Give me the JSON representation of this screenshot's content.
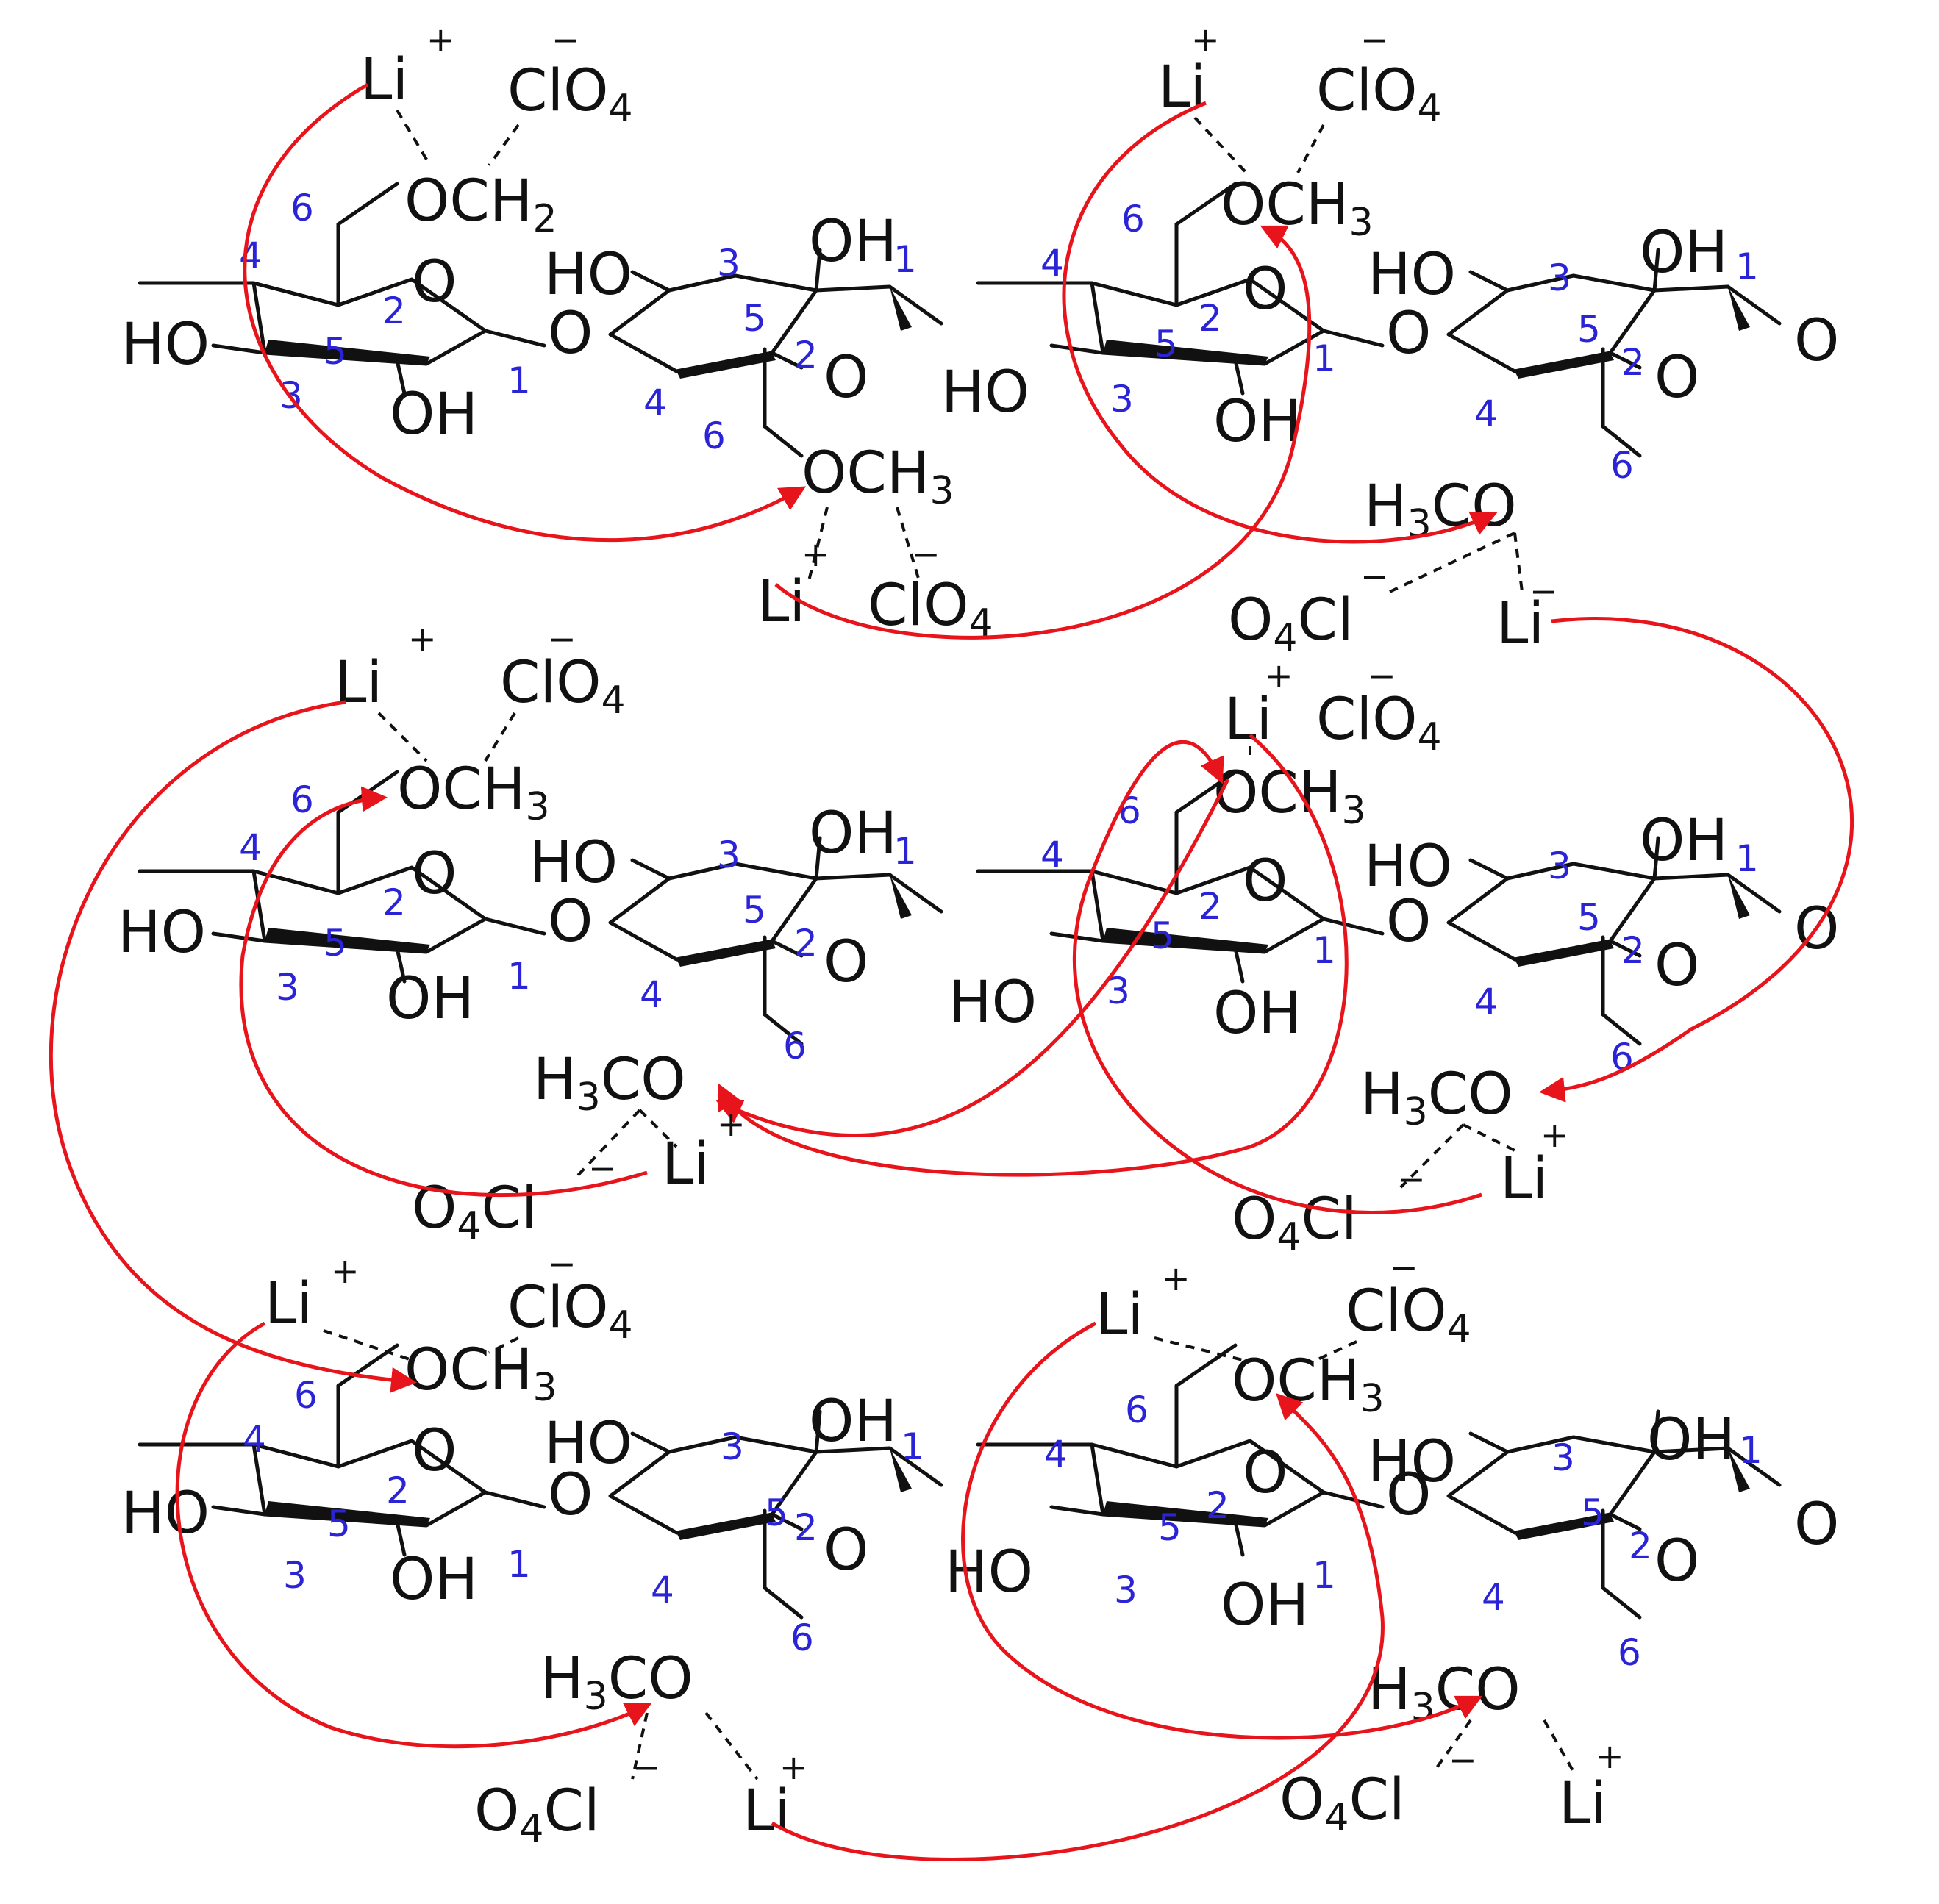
{
  "labels": {
    "li": "Li",
    "plus": "+",
    "minus": "−",
    "ho": "HO",
    "oh": "OH",
    "o": "O",
    "cl": "Cl",
    "o_4": "4",
    "cl_o": "O",
    "h": "H",
    "h2": "2",
    "h3": "3",
    "c": "C"
  },
  "ring_numbers": {
    "c1": "1",
    "c2": "2",
    "c3": "3",
    "c4": "4",
    "c5": "5",
    "c6": "6"
  },
  "colors": {
    "structure": "#111111",
    "ring_numbers": "#2b24d6",
    "arrows": "#e8141c"
  },
  "chains": [
    {
      "name": "chain-top",
      "top_group_1": "OCH2",
      "top_group_2": "OCH3"
    },
    {
      "name": "chain-middle",
      "top_group_1": "OCH3",
      "top_group_2": "OCH3"
    },
    {
      "name": "chain-bottom",
      "top_group_1": "OCH3",
      "top_group_2": "OCH3"
    }
  ]
}
